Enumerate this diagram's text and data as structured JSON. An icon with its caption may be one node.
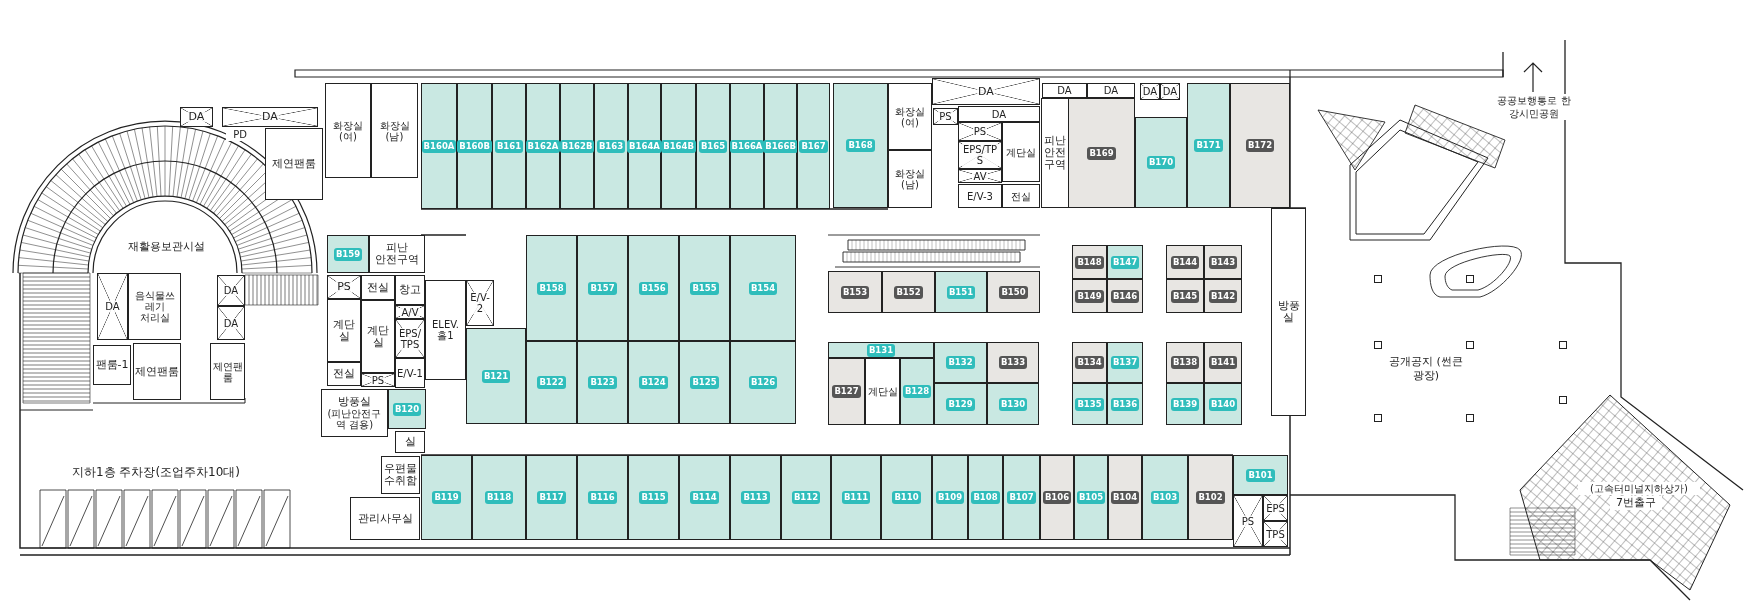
{
  "diagram": {
    "nodes": [
      {
        "text": [
          "DA"
        ]
      },
      {
        "text": [
          "DA"
        ]
      },
      {
        "text": [
          "제연팬룸"
        ]
      },
      {
        "text": [
          "화장실(여)"
        ]
      },
      {
        "text": [
          "화장실(남)"
        ]
      },
      {
        "text": [
          "B160A"
        ]
      },
      {
        "text": [
          "B160B"
        ]
      },
      {
        "text": [
          "B161"
        ]
      },
      {
        "text": [
          "B162A"
        ]
      },
      {
        "text": [
          "B162B"
        ]
      },
      {
        "text": [
          "B163"
        ]
      },
      {
        "text": [
          "B164A"
        ]
      },
      {
        "text": [
          "B164B"
        ]
      },
      {
        "text": [
          "B165"
        ]
      },
      {
        "text": [
          "B166A"
        ]
      },
      {
        "text": [
          "B166B"
        ]
      },
      {
        "text": [
          "B167"
        ]
      },
      {
        "text": [
          "B168"
        ]
      },
      {
        "text": [
          "화장실(여)"
        ]
      },
      {
        "text": [
          "화장실(남)"
        ]
      },
      {
        "text": [
          "DA"
        ]
      },
      {
        "text": [
          "PS"
        ]
      },
      {
        "text": [
          "DA"
        ]
      },
      {
        "text": [
          "PS"
        ]
      },
      {
        "text": [
          "EPS/TPS"
        ]
      },
      {
        "text": [
          "AV"
        ]
      },
      {
        "text": [
          "계단실"
        ]
      },
      {
        "text": [
          "E/V-3"
        ]
      },
      {
        "text": [
          "전실"
        ]
      },
      {
        "text": [
          "피난 안전 구역"
        ]
      },
      {
        "text": [
          "DA"
        ]
      },
      {
        "text": [
          "DA"
        ]
      },
      {
        "text": [
          "DA"
        ]
      },
      {
        "text": [
          "DA"
        ]
      },
      {
        "text": [
          "B169"
        ]
      },
      {
        "text": [
          "B170"
        ]
      },
      {
        "text": [
          "B171"
        ]
      },
      {
        "text": [
          "B172"
        ]
      },
      {
        "text": [
          "B159"
        ]
      },
      {
        "text": [
          "피난 안전구역"
        ]
      },
      {
        "text": [
          "PS"
        ]
      },
      {
        "text": [
          "전실"
        ]
      },
      {
        "text": [
          "창고"
        ]
      },
      {
        "text": [
          "A/V"
        ]
      },
      {
        "text": [
          "EPS/TPS"
        ]
      },
      {
        "text": [
          "계단실"
        ]
      },
      {
        "text": [
          "계단실"
        ]
      },
      {
        "text": [
          "전실"
        ]
      },
      {
        "text": [
          "PS"
        ]
      },
      {
        "text": [
          "E/V-1"
        ]
      },
      {
        "text": [
          "ELEV.홀1"
        ]
      },
      {
        "text": [
          "E/V-2"
        ]
      },
      {
        "text": [
          "B121"
        ]
      },
      {
        "text": [
          "B158"
        ]
      },
      {
        "text": [
          "B157"
        ]
      },
      {
        "text": [
          "B156"
        ]
      },
      {
        "text": [
          "B155"
        ]
      },
      {
        "text": [
          "B154"
        ]
      },
      {
        "text": [
          "B122"
        ]
      },
      {
        "text": [
          "B123"
        ]
      },
      {
        "text": [
          "B124"
        ]
      },
      {
        "text": [
          "B125"
        ]
      },
      {
        "text": [
          "B126"
        ]
      },
      {
        "text": [
          "방풍실",
          "(피난안전구역 겸용)"
        ]
      },
      {
        "text": [
          "B120"
        ]
      },
      {
        "text": [
          "실"
        ]
      },
      {
        "text": [
          "우편물 수취함"
        ]
      },
      {
        "text": [
          "관리사무실"
        ]
      },
      {
        "text": [
          "B119"
        ]
      },
      {
        "text": [
          "B118"
        ]
      },
      {
        "text": [
          "B117"
        ]
      },
      {
        "text": [
          "B116"
        ]
      },
      {
        "text": [
          "B115"
        ]
      },
      {
        "text": [
          "B114"
        ]
      },
      {
        "text": [
          "B113"
        ]
      },
      {
        "text": [
          "B112"
        ]
      },
      {
        "text": [
          "B111"
        ]
      },
      {
        "text": [
          "B110"
        ]
      },
      {
        "text": [
          "B109"
        ]
      },
      {
        "text": [
          "B108"
        ]
      },
      {
        "text": [
          "B107"
        ]
      },
      {
        "text": [
          "B106"
        ]
      },
      {
        "text": [
          "B105"
        ]
      },
      {
        "text": [
          "B104"
        ]
      },
      {
        "text": [
          "B103"
        ]
      },
      {
        "text": [
          "B102"
        ]
      },
      {
        "text": [
          "B101"
        ]
      },
      {
        "text": [
          "PS"
        ]
      },
      {
        "text": [
          "EPS"
        ]
      },
      {
        "text": [
          "TPS"
        ]
      },
      {
        "text": [
          "B153"
        ]
      },
      {
        "text": [
          "B152"
        ]
      },
      {
        "text": [
          "B151"
        ]
      },
      {
        "text": [
          "B150"
        ]
      },
      {
        "text": [
          "B148"
        ]
      },
      {
        "text": [
          "B147"
        ]
      },
      {
        "text": [
          "B149"
        ]
      },
      {
        "text": [
          "B146"
        ]
      },
      {
        "text": [
          "B144"
        ]
      },
      {
        "text": [
          "B143"
        ]
      },
      {
        "text": [
          "B145"
        ]
      },
      {
        "text": [
          "B142"
        ]
      },
      {
        "text": [
          "방풍실"
        ]
      },
      {
        "text": [
          "B131"
        ]
      },
      {
        "text": [
          "B127"
        ]
      },
      {
        "text": [
          "계단실"
        ]
      },
      {
        "text": [
          "B128"
        ]
      },
      {
        "text": [
          "B132"
        ]
      },
      {
        "text": [
          "B133"
        ]
      },
      {
        "text": [
          "B129"
        ]
      },
      {
        "text": [
          "B130"
        ]
      },
      {
        "text": [
          "B134"
        ]
      },
      {
        "text": [
          "B137"
        ]
      },
      {
        "text": [
          "B135"
        ]
      },
      {
        "text": [
          "B136"
        ]
      },
      {
        "text": [
          "B138"
        ]
      },
      {
        "text": [
          "B141"
        ]
      },
      {
        "text": [
          "B139"
        ]
      },
      {
        "text": [
          "B140"
        ]
      },
      {
        "text": [
          "음식물쓰레기 처리실"
        ]
      },
      {
        "text": [
          "DA"
        ]
      },
      {
        "text": [
          "팬룸-1"
        ]
      },
      {
        "text": [
          "제연팬룸"
        ]
      },
      {
        "text": [
          "DA"
        ]
      },
      {
        "text": [
          "DA"
        ]
      },
      {
        "text": [
          "제연팬룸"
        ]
      }
    ],
    "labels": [
      "PD",
      "재활용보관시설",
      "지하1층 주차장(조업주차10대)",
      "공공보행통로 한강시민공원",
      "공개공지 (썬큰광장)",
      "(고속터미널지하상가)",
      "7번출구"
    ]
  }
}
